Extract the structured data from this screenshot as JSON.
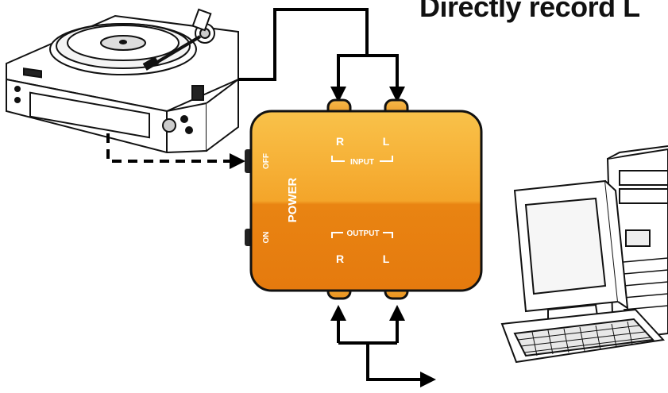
{
  "headline": "Directly record L",
  "device": {
    "input_label": "INPUT",
    "output_label": "OUTPUT",
    "input_r": "R",
    "input_l": "L",
    "output_r": "R",
    "output_l": "L",
    "power_label": "POWER",
    "off_label": "OFF",
    "on_label": "ON"
  },
  "colors": {
    "box_top": "#f9bc3c",
    "box_bottom": "#e87a10",
    "outline": "#1a1a1a"
  }
}
